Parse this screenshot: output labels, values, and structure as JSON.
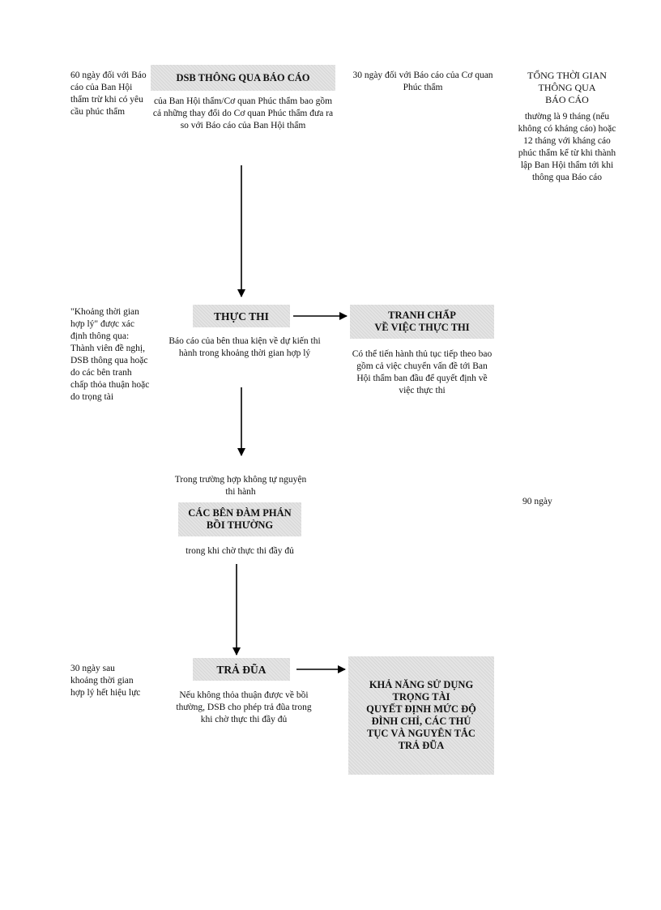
{
  "left_notes": {
    "n1": "60 ngày đối với Báo cáo của Ban Hội thẩm trừ khi có yêu cầu phúc thẩm",
    "n2": "\"Khoảng thời gian hợp lý\" được xác định thông qua: Thành viên đề nghị, DSB thông qua hoặc do các bên tranh chấp thỏa thuận hoặc do trọng tài",
    "n3": "30 ngày sau khoảng thời gian hợp lý hết hiệu lực"
  },
  "steps": {
    "adoption": {
      "title": "DSB THÔNG QUA BÁO CÁO",
      "desc": "của Ban Hội thẩm/Cơ quan Phúc thẩm bao gồm cả những thay đổi do Cơ quan Phúc thẩm đưa ra so với Báo cáo của Ban Hội thẩm"
    },
    "implementation": {
      "title": "THỰC THI",
      "desc": "Báo cáo của bên thua kiện về dự kiến thi hành trong khoảng thời gian hợp lý"
    },
    "compensation": {
      "pre": "Trong trường hợp không tự nguyện thi hành",
      "title": "CÁC BÊN ĐÀM PHÁN\nBỒI THƯỜNG",
      "desc": "trong khi chờ thực thi đầy đủ"
    },
    "retaliation": {
      "title": "TRẢ ĐŨA",
      "desc": "Nếu không thỏa thuận được về bồi thường, DSB cho phép trả đũa trong khi chờ thực thi đầy đủ"
    }
  },
  "side_boxes": {
    "dispute": {
      "title": "TRANH CHẤP\nVỀ VIỆC THỰC THI",
      "desc": "Có thể tiến hành thủ tục tiếp theo bao gồm cả việc chuyển vấn đề tới Ban Hội thẩm ban đầu để quyết định về việc thực thi"
    },
    "arbitration": {
      "title": "KHẢ NĂNG SỬ DỤNG\nTRỌNG TÀI\nQUYẾT ĐỊNH MỨC ĐỘ\nĐÌNH CHỈ, CÁC THỦ\nTỤC VÀ NGUYÊN TẮC\nTRẢ ĐŨA"
    }
  },
  "top_note": "30 ngày đối với Báo cáo của Cơ quan Phúc thẩm",
  "right_notes": {
    "total_title": "TỔNG THỜI GIAN\nTHÔNG QUA\nBÁO CÁO",
    "total_desc": "thường là 9 tháng (nếu không có kháng cáo) hoặc 12 tháng với kháng cáo phúc thẩm kể từ khi thành lập Ban Hội thẩm tới khi thông qua Báo cáo",
    "ninety": "90 ngày"
  },
  "colors": {
    "box_fill": "#e4e4e4",
    "line": "#000000",
    "text": "#111111"
  }
}
